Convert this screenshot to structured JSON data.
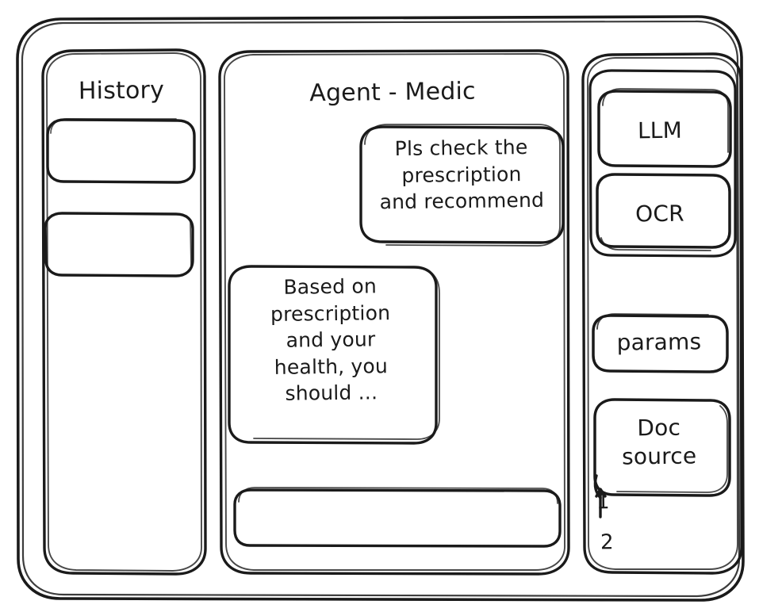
{
  "window": {
    "frame_name": "app-window"
  },
  "colors": {
    "ink": "#1a1a1a",
    "background": "#ffffff"
  },
  "history_panel": {
    "title": "History",
    "items": [
      {
        "label": ""
      },
      {
        "label": ""
      }
    ]
  },
  "agent_panel": {
    "title": "Agent - Medic",
    "messages": [
      {
        "role": "user",
        "text": "Pls check the\nprescription\nand recommend"
      },
      {
        "role": "assistant",
        "text": "Based on\nprescription\nand your\nhealth, you\nshould ..."
      }
    ],
    "composer": {
      "value": "",
      "placeholder": ""
    }
  },
  "tools_panel": {
    "model_group": {
      "items": [
        {
          "label": "LLM"
        },
        {
          "label": "OCR"
        }
      ]
    },
    "params_button": {
      "label": "params"
    },
    "doc_source": {
      "label": "Doc\nsource"
    },
    "sources": [
      {
        "label": "1"
      },
      {
        "label": "2"
      }
    ]
  }
}
